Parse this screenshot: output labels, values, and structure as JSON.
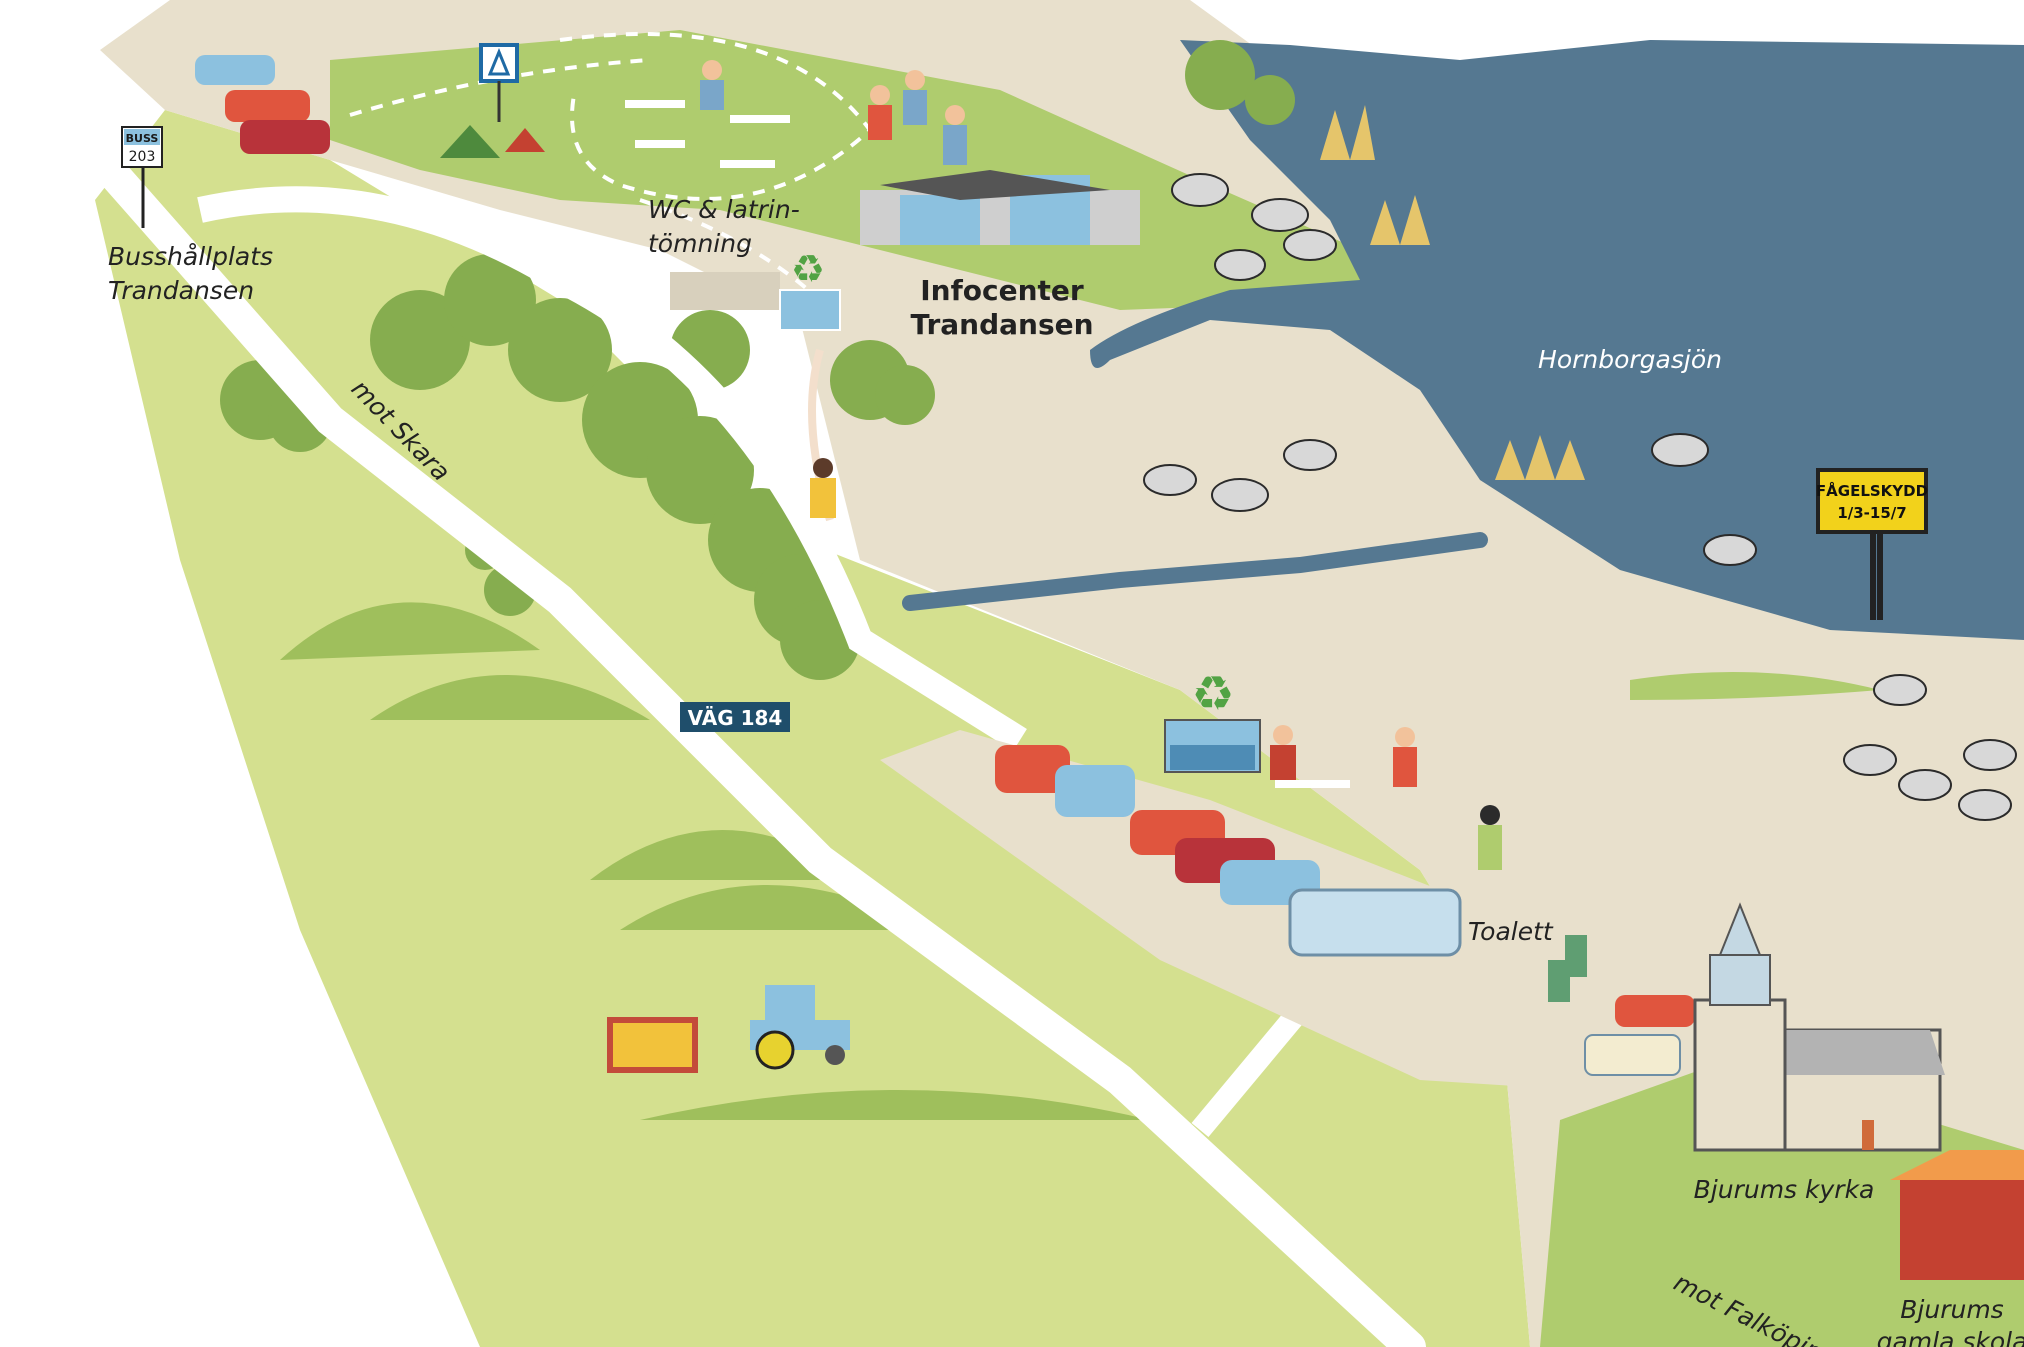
{
  "map": {
    "title": "",
    "labels": {
      "bus_stop": [
        "Busshållplats",
        "Trandansen"
      ],
      "wc": [
        "WC & latrin-",
        "tömning"
      ],
      "infocenter": [
        "Infocenter",
        "Trandansen"
      ],
      "lake": "Hornborgasjön",
      "road_skara": "mot Skara",
      "road_number": "VÄG 184",
      "toilet": "Toalett",
      "church": "Bjurums kyrka",
      "school": [
        "Bjurums",
        "gamla skola"
      ],
      "road_falkoping": "mot Falköping"
    },
    "signs": {
      "bus_top": "BUSS",
      "bus_number": "203",
      "bird_protection": [
        "FÅGELSKYDD",
        "1/3-15/7"
      ]
    },
    "colors": {
      "water": "#557891",
      "meadow": "#d4e08f",
      "grass": "#afcc6e",
      "dark_green": "#7fa845",
      "sand": "#e8e0cc",
      "road": "#ffffff"
    },
    "icons": [
      "camping-icon",
      "recycling-icon",
      "bus-stop-sign",
      "bird-protection-sign"
    ]
  }
}
